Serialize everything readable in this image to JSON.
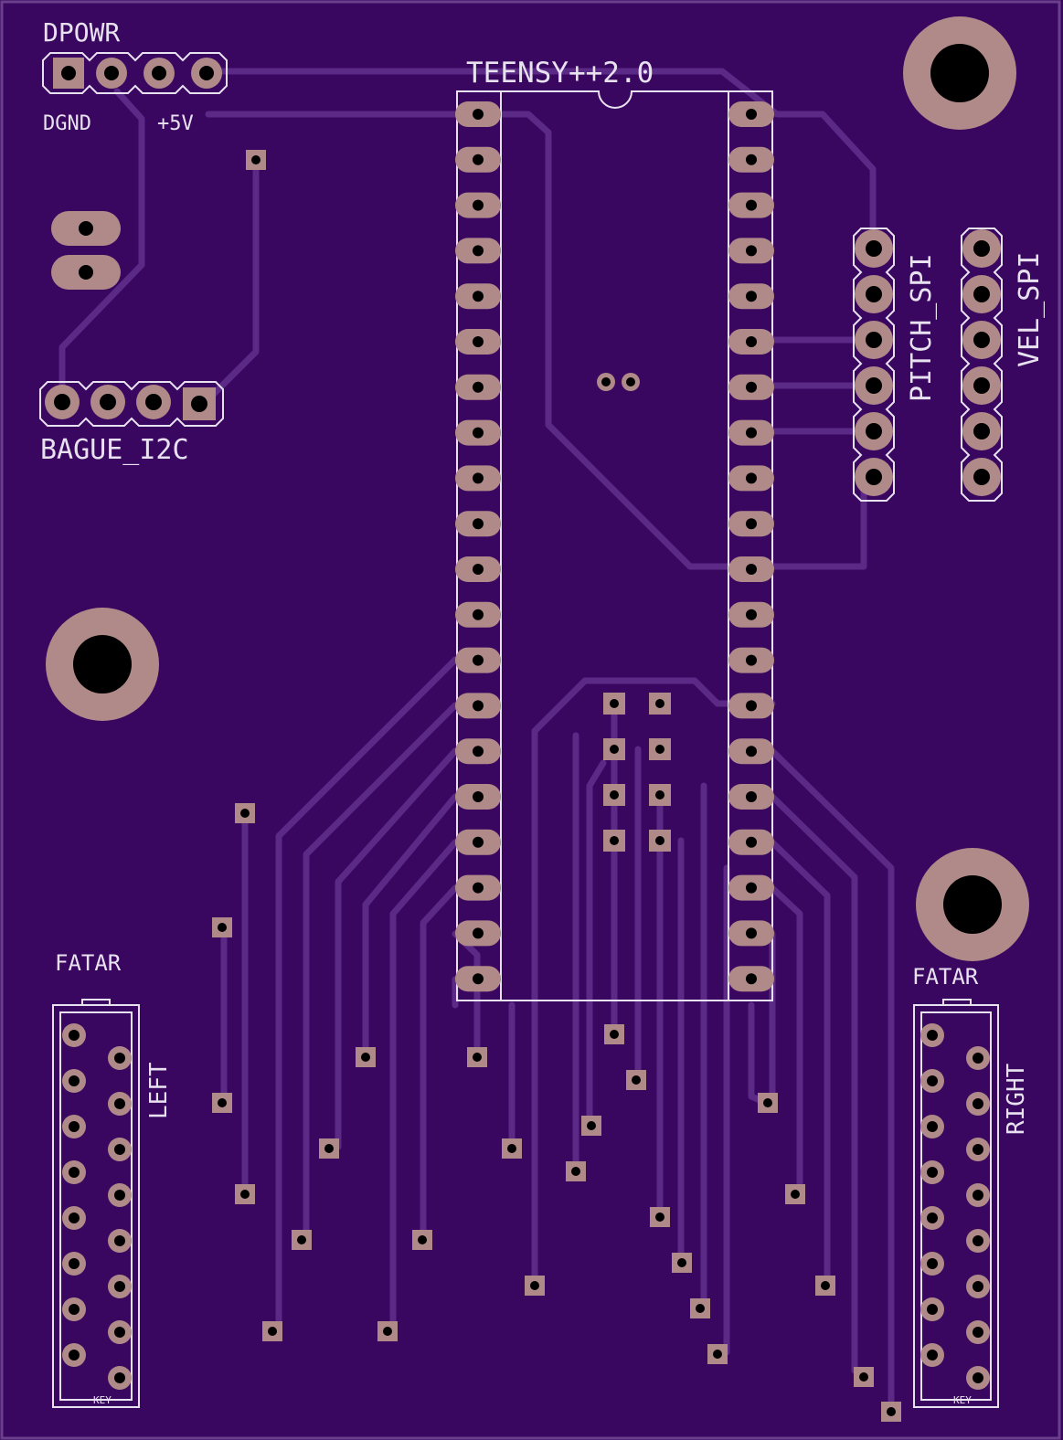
{
  "board": {
    "colors": {
      "substrate": "#3a0760",
      "trace": "#5a2a86",
      "pad": "#b08a88",
      "drill": "#000000",
      "silkscreen": "#e8e2f0"
    }
  },
  "labels": {
    "dpowr": "DPOWR",
    "dgnd": "DGND",
    "plus5v": "+5V",
    "teensy": "TEENSY++2.0",
    "pitch_spi": "PITCH_SPI",
    "vel_spi": "VEL_SPI",
    "bague_i2c": "BAGUE_I2C",
    "fatar_left": "FATAR",
    "left": "LEFT",
    "fatar_right": "FATAR",
    "right": "RIGHT",
    "key_left": "KEY",
    "key_right": "KEY"
  },
  "components": [
    {
      "name": "DPOWR",
      "type": "header",
      "pins": 4
    },
    {
      "name": "TEENSY++2.0",
      "type": "dip",
      "pins": 40
    },
    {
      "name": "PITCH_SPI",
      "type": "header",
      "pins": 6
    },
    {
      "name": "VEL_SPI",
      "type": "header",
      "pins": 6
    },
    {
      "name": "BAGUE_I2C",
      "type": "header",
      "pins": 4
    },
    {
      "name": "FATAR LEFT",
      "type": "connector",
      "pins": 16
    },
    {
      "name": "FATAR RIGHT",
      "type": "connector",
      "pins": 16
    }
  ]
}
